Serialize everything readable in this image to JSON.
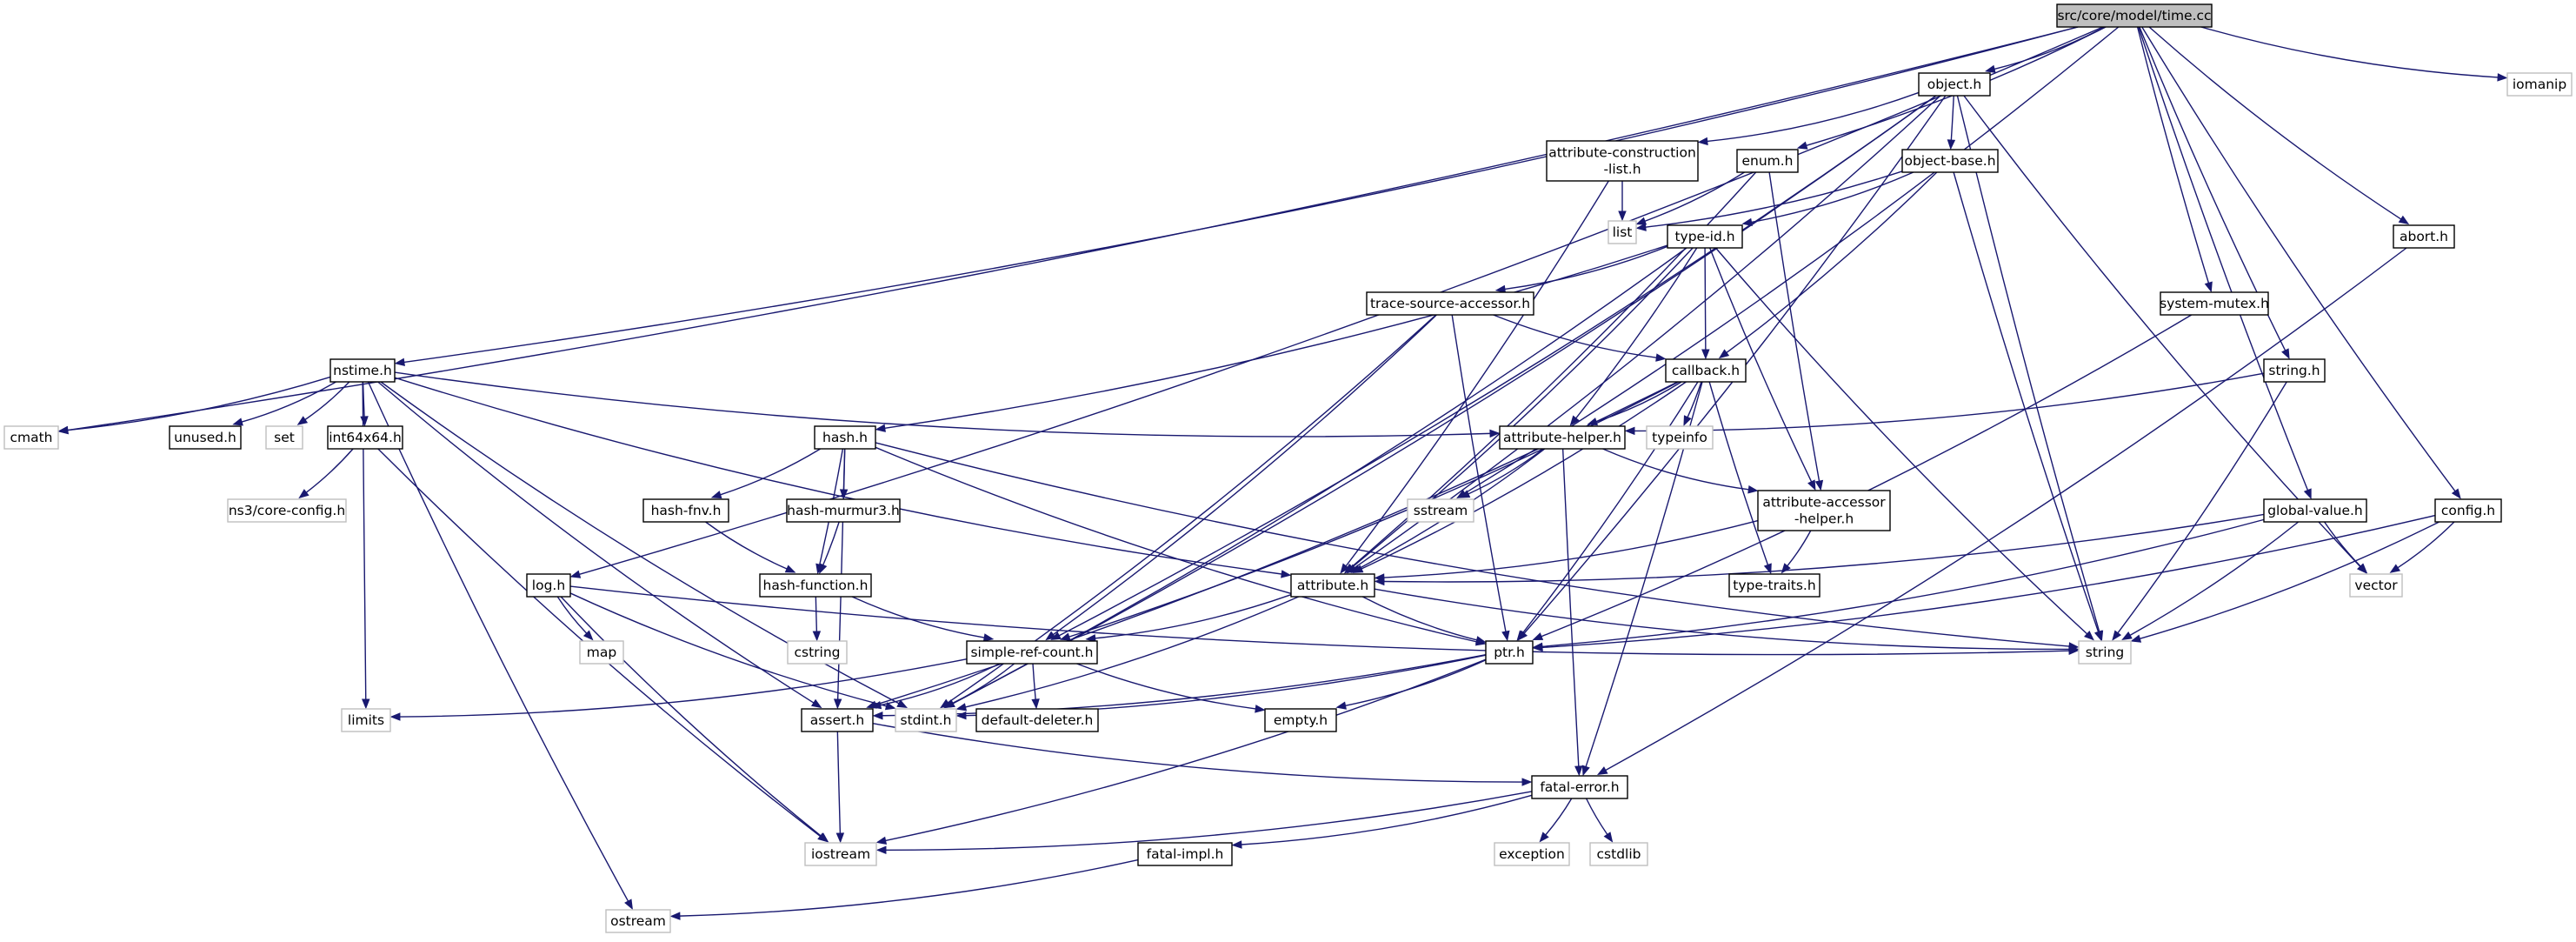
{
  "colors": {
    "edge": "#191970",
    "node_border_project": "#000000",
    "node_border_external": "#bfbfbf",
    "node_fill_root": "#bfbfbf",
    "node_fill": "#ffffff"
  },
  "nodes": [
    {
      "id": "root",
      "label": "src/core/model/time.cc",
      "kind": "root"
    },
    {
      "id": "object_h",
      "label": "object.h",
      "kind": "project"
    },
    {
      "id": "iomanip",
      "label": "iomanip",
      "kind": "external"
    },
    {
      "id": "attr_cons_list",
      "label": "attribute-construction\n-list.h",
      "kind": "project"
    },
    {
      "id": "enum_h",
      "label": "enum.h",
      "kind": "project"
    },
    {
      "id": "object_base_h",
      "label": "object-base.h",
      "kind": "project"
    },
    {
      "id": "list",
      "label": "list",
      "kind": "external"
    },
    {
      "id": "type_id_h",
      "label": "type-id.h",
      "kind": "project"
    },
    {
      "id": "abort_h",
      "label": "abort.h",
      "kind": "project"
    },
    {
      "id": "trace_source_h",
      "label": "trace-source-accessor.h",
      "kind": "project"
    },
    {
      "id": "system_mutex_h",
      "label": "system-mutex.h",
      "kind": "project"
    },
    {
      "id": "nstime_h",
      "label": "nstime.h",
      "kind": "project"
    },
    {
      "id": "callback_h",
      "label": "callback.h",
      "kind": "project"
    },
    {
      "id": "string_h",
      "label": "string.h",
      "kind": "project"
    },
    {
      "id": "cmath",
      "label": "cmath",
      "kind": "external"
    },
    {
      "id": "unused_h",
      "label": "unused.h",
      "kind": "project"
    },
    {
      "id": "set",
      "label": "set",
      "kind": "external"
    },
    {
      "id": "int64x64_h",
      "label": "int64x64.h",
      "kind": "project"
    },
    {
      "id": "hash_h",
      "label": "hash.h",
      "kind": "project"
    },
    {
      "id": "attr_helper_h",
      "label": "attribute-helper.h",
      "kind": "project"
    },
    {
      "id": "typeinfo",
      "label": "typeinfo",
      "kind": "external"
    },
    {
      "id": "core_config_h",
      "label": "ns3/core-config.h",
      "kind": "external"
    },
    {
      "id": "hash_fnv_h",
      "label": "hash-fnv.h",
      "kind": "project"
    },
    {
      "id": "hash_murmur3_h",
      "label": "hash-murmur3.h",
      "kind": "project"
    },
    {
      "id": "sstream",
      "label": "sstream",
      "kind": "external"
    },
    {
      "id": "attr_acc_helper_h",
      "label": "attribute-accessor\n-helper.h",
      "kind": "project"
    },
    {
      "id": "global_value_h",
      "label": "global-value.h",
      "kind": "project"
    },
    {
      "id": "config_h",
      "label": "config.h",
      "kind": "project"
    },
    {
      "id": "log_h",
      "label": "log.h",
      "kind": "project"
    },
    {
      "id": "hash_function_h",
      "label": "hash-function.h",
      "kind": "project"
    },
    {
      "id": "attribute_h",
      "label": "attribute.h",
      "kind": "project"
    },
    {
      "id": "type_traits_h",
      "label": "type-traits.h",
      "kind": "project"
    },
    {
      "id": "vector",
      "label": "vector",
      "kind": "external"
    },
    {
      "id": "map",
      "label": "map",
      "kind": "external"
    },
    {
      "id": "cstring",
      "label": "cstring",
      "kind": "external"
    },
    {
      "id": "simple_ref_h",
      "label": "simple-ref-count.h",
      "kind": "project"
    },
    {
      "id": "ptr_h",
      "label": "ptr.h",
      "kind": "project"
    },
    {
      "id": "string",
      "label": "string",
      "kind": "external"
    },
    {
      "id": "limits",
      "label": "limits",
      "kind": "external"
    },
    {
      "id": "assert_h",
      "label": "assert.h",
      "kind": "project"
    },
    {
      "id": "stdint_h",
      "label": "stdint.h",
      "kind": "external"
    },
    {
      "id": "default_deleter_h",
      "label": "default-deleter.h",
      "kind": "project"
    },
    {
      "id": "empty_h",
      "label": "empty.h",
      "kind": "project"
    },
    {
      "id": "fatal_error_h",
      "label": "fatal-error.h",
      "kind": "project"
    },
    {
      "id": "iostream",
      "label": "iostream",
      "kind": "external"
    },
    {
      "id": "exception",
      "label": "exception",
      "kind": "external"
    },
    {
      "id": "cstdlib",
      "label": "cstdlib",
      "kind": "external"
    },
    {
      "id": "fatal_impl_h",
      "label": "fatal-impl.h",
      "kind": "project"
    },
    {
      "id": "ostream",
      "label": "ostream",
      "kind": "external"
    }
  ],
  "edges": [
    [
      "root",
      "object_h"
    ],
    [
      "root",
      "iomanip"
    ],
    [
      "root",
      "enum_h"
    ],
    [
      "root",
      "abort_h"
    ],
    [
      "root",
      "system_mutex_h"
    ],
    [
      "root",
      "nstime_h"
    ],
    [
      "root",
      "string_h"
    ],
    [
      "root",
      "cmath"
    ],
    [
      "root",
      "global_value_h"
    ],
    [
      "root",
      "config_h"
    ],
    [
      "root",
      "log_h"
    ],
    [
      "root",
      "sstream"
    ],
    [
      "object_h",
      "attr_cons_list"
    ],
    [
      "object_h",
      "object_base_h"
    ],
    [
      "object_h",
      "attribute_h"
    ],
    [
      "object_h",
      "simple_ref_h"
    ],
    [
      "object_h",
      "ptr_h"
    ],
    [
      "object_h",
      "string"
    ],
    [
      "object_h",
      "vector"
    ],
    [
      "object_h",
      "stdint_h"
    ],
    [
      "attr_cons_list",
      "list"
    ],
    [
      "attr_cons_list",
      "attribute_h"
    ],
    [
      "enum_h",
      "list"
    ],
    [
      "enum_h",
      "attribute_h"
    ],
    [
      "enum_h",
      "attr_acc_helper_h"
    ],
    [
      "object_base_h",
      "list"
    ],
    [
      "object_base_h",
      "type_id_h"
    ],
    [
      "object_base_h",
      "callback_h"
    ],
    [
      "object_base_h",
      "string"
    ],
    [
      "type_id_h",
      "trace_source_h"
    ],
    [
      "type_id_h",
      "callback_h"
    ],
    [
      "type_id_h",
      "hash_h"
    ],
    [
      "type_id_h",
      "attr_helper_h"
    ],
    [
      "type_id_h",
      "attr_acc_helper_h"
    ],
    [
      "type_id_h",
      "attribute_h"
    ],
    [
      "type_id_h",
      "string"
    ],
    [
      "type_id_h",
      "stdint_h"
    ],
    [
      "abort_h",
      "fatal_error_h"
    ],
    [
      "trace_source_h",
      "callback_h"
    ],
    [
      "trace_source_h",
      "stdint_h"
    ],
    [
      "trace_source_h",
      "ptr_h"
    ],
    [
      "trace_source_h",
      "simple_ref_h"
    ],
    [
      "system_mutex_h",
      "ptr_h"
    ],
    [
      "nstime_h",
      "cmath"
    ],
    [
      "nstime_h",
      "unused_h"
    ],
    [
      "nstime_h",
      "set"
    ],
    [
      "nstime_h",
      "int64x64_h"
    ],
    [
      "nstime_h",
      "attribute_h"
    ],
    [
      "nstime_h",
      "attr_helper_h"
    ],
    [
      "nstime_h",
      "limits"
    ],
    [
      "nstime_h",
      "assert_h"
    ],
    [
      "nstime_h",
      "stdint_h"
    ],
    [
      "nstime_h",
      "ostream"
    ],
    [
      "callback_h",
      "attr_helper_h"
    ],
    [
      "callback_h",
      "typeinfo"
    ],
    [
      "callback_h",
      "type_traits_h"
    ],
    [
      "callback_h",
      "attribute_h"
    ],
    [
      "callback_h",
      "simple_ref_h"
    ],
    [
      "callback_h",
      "ptr_h"
    ],
    [
      "callback_h",
      "fatal_error_h"
    ],
    [
      "callback_h",
      "assert_h"
    ],
    [
      "string_h",
      "attr_helper_h"
    ],
    [
      "string_h",
      "string"
    ],
    [
      "int64x64_h",
      "core_config_h"
    ],
    [
      "int64x64_h",
      "iostream"
    ],
    [
      "hash_h",
      "hash_fnv_h"
    ],
    [
      "hash_h",
      "hash_murmur3_h"
    ],
    [
      "hash_h",
      "hash_function_h"
    ],
    [
      "hash_h",
      "ptr_h"
    ],
    [
      "hash_h",
      "string"
    ],
    [
      "hash_h",
      "assert_h"
    ],
    [
      "attr_helper_h",
      "sstream"
    ],
    [
      "attr_helper_h",
      "attr_acc_helper_h"
    ],
    [
      "attr_helper_h",
      "attribute_h"
    ],
    [
      "attr_helper_h",
      "fatal_error_h"
    ],
    [
      "hash_fnv_h",
      "hash_function_h"
    ],
    [
      "hash_murmur3_h",
      "hash_function_h"
    ],
    [
      "attr_acc_helper_h",
      "attribute_h"
    ],
    [
      "attr_acc_helper_h",
      "type_traits_h"
    ],
    [
      "global_value_h",
      "attribute_h"
    ],
    [
      "global_value_h",
      "ptr_h"
    ],
    [
      "global_value_h",
      "vector"
    ],
    [
      "global_value_h",
      "string"
    ],
    [
      "config_h",
      "ptr_h"
    ],
    [
      "config_h",
      "vector"
    ],
    [
      "config_h",
      "string"
    ],
    [
      "log_h",
      "map"
    ],
    [
      "log_h",
      "string"
    ],
    [
      "log_h",
      "stdint_h"
    ],
    [
      "log_h",
      "iostream"
    ],
    [
      "hash_function_h",
      "cstring"
    ],
    [
      "hash_function_h",
      "simple_ref_h"
    ],
    [
      "attribute_h",
      "simple_ref_h"
    ],
    [
      "attribute_h",
      "ptr_h"
    ],
    [
      "attribute_h",
      "string"
    ],
    [
      "attribute_h",
      "stdint_h"
    ],
    [
      "simple_ref_h",
      "assert_h"
    ],
    [
      "simple_ref_h",
      "stdint_h"
    ],
    [
      "simple_ref_h",
      "default_deleter_h"
    ],
    [
      "simple_ref_h",
      "empty_h"
    ],
    [
      "simple_ref_h",
      "limits"
    ],
    [
      "ptr_h",
      "empty_h"
    ],
    [
      "ptr_h",
      "assert_h"
    ],
    [
      "ptr_h",
      "iostream"
    ],
    [
      "ptr_h",
      "stdint_h"
    ],
    [
      "assert_h",
      "fatal_error_h"
    ],
    [
      "assert_h",
      "iostream"
    ],
    [
      "fatal_error_h",
      "iostream"
    ],
    [
      "fatal_error_h",
      "exception"
    ],
    [
      "fatal_error_h",
      "cstdlib"
    ],
    [
      "fatal_error_h",
      "fatal_impl_h"
    ],
    [
      "fatal_impl_h",
      "ostream"
    ]
  ]
}
